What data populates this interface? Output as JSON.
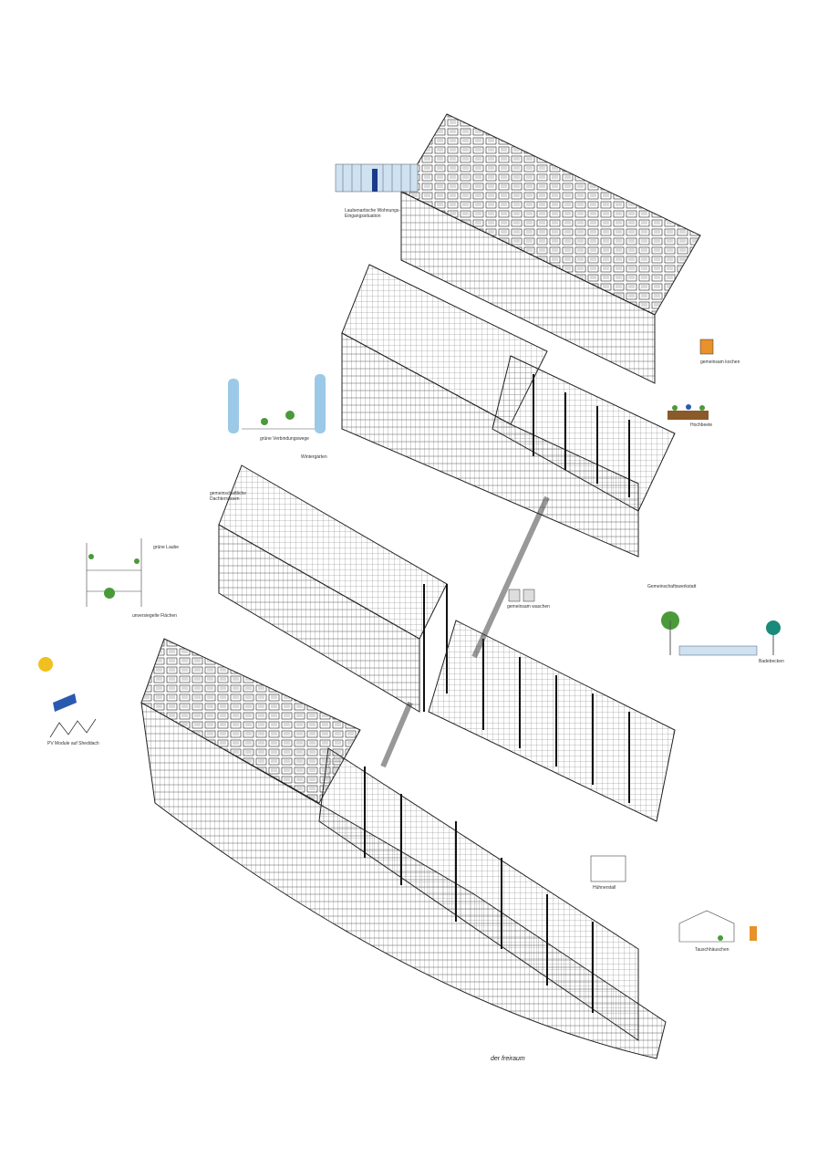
{
  "labels": {
    "laube": "Laubenartische Wohnungs-Eingangssituation",
    "kochen": "gemeinsam kochen",
    "hochbeete": "Hochbeete",
    "verbindungswege": "grüne Verbindungswege",
    "wintergaerten": "Wintergärten",
    "dachterrassen": "gemeinschaftliche Dachterrassen",
    "gruene_laube": "grüne Laube",
    "flaechen": "unversiegelte Flächen",
    "pv": "PV Module auf Sheddach",
    "werkstatt": "Gemeinschaftswerkstatt",
    "waschen": "gemeinsam waschen",
    "badebecken": "Badebecken",
    "huehnerstall": "Hühnerstall",
    "tausch": "Tauschhäuschen"
  },
  "caption": "der freiraum",
  "colors": {
    "line": "#222222",
    "glass": "#8fb8d8",
    "green": "#4a9a3a",
    "solar": "#2a5ab0",
    "sun": "#f0c020",
    "orange": "#e8902a"
  }
}
